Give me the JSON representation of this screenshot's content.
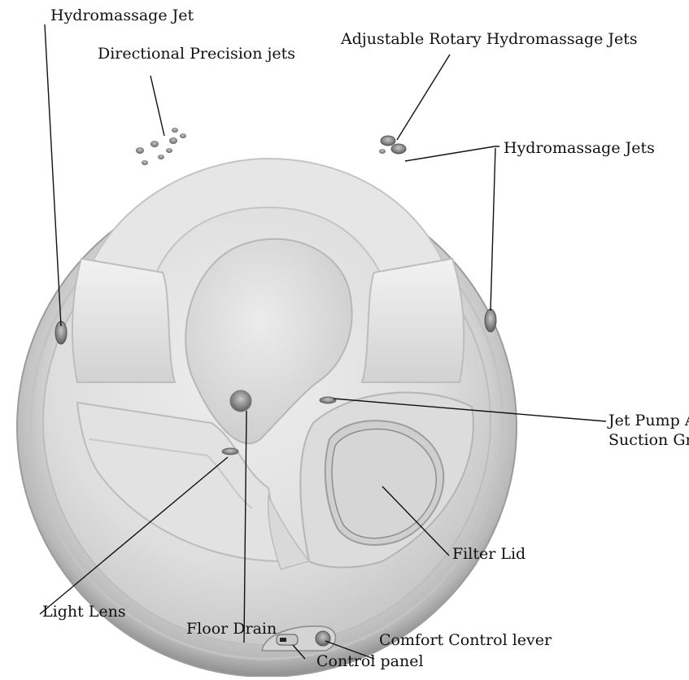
{
  "labels": {
    "hydromassage_jet": "Hydromassage Jet",
    "directional_precision_jets": "Directional Precision jets",
    "adjustable_rotary_jets": "Adjustable Rotary Hydromassage Jets",
    "hydromassage_jets": "Hydromassage Jets",
    "jet_pump_line1": "Jet Pump Anti-",
    "jet_pump_line2": "Suction Grill",
    "filter_lid": "Filter Lid",
    "light_lens": "Light Lens",
    "floor_drain": "Floor Drain",
    "comfort_control_lever": "Comfort Control lever",
    "control_panel": "Control panel"
  },
  "colors": {
    "shell_light": "#e9e9e9",
    "shell_mid": "#cfcfcf",
    "shell_dark": "#a7a7a7",
    "leader_line": "#111111"
  }
}
